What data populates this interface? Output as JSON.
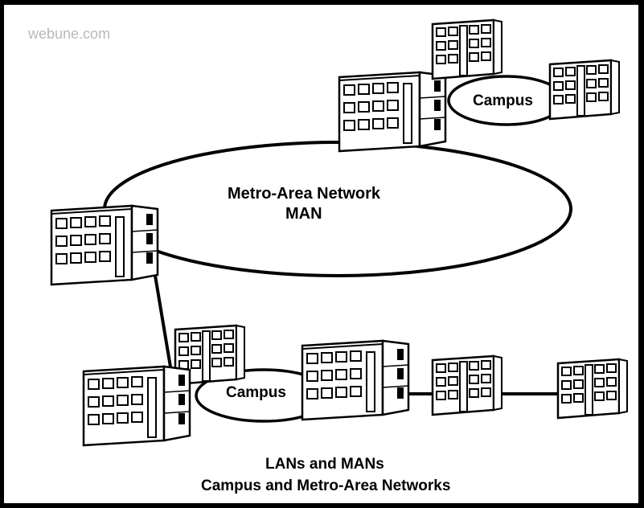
{
  "watermark": "webune.com",
  "labels": {
    "man_line1": "Metro-Area Network",
    "man_line2": "MAN",
    "campus_top": "Campus",
    "campus_bottom": "Campus",
    "caption_line1": "LANs and MANs",
    "caption_line2": "Campus and Metro-Area Networks"
  },
  "colors": {
    "frame": "#000000",
    "background": "#ffffff",
    "ink": "#000000",
    "watermark": "#b9b9b9"
  }
}
